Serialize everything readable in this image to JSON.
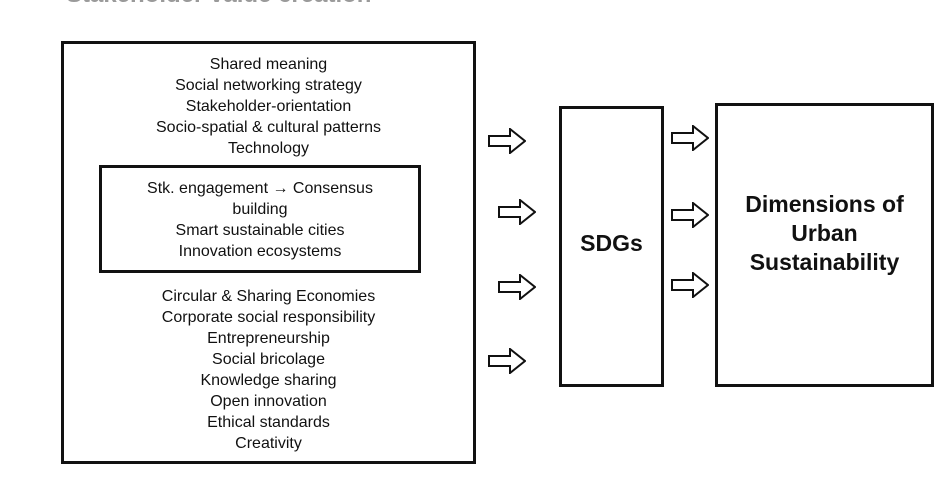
{
  "title": "Stakeholder value creation",
  "left_box": {
    "top_items": [
      "Shared meaning",
      "Social networking strategy",
      "Stakeholder-orientation",
      "Socio-spatial & cultural patterns",
      "Technology"
    ],
    "inner_items": [
      "Stk. engagement → Consensus",
      "building",
      "Smart sustainable cities",
      "Innovation ecosystems"
    ],
    "bottom_items": [
      "Circular & Sharing Economies",
      "Corporate social responsibility",
      "Entrepreneurship",
      "Social bricolage",
      "Knowledge sharing",
      "Open innovation",
      "Ethical standards",
      "Creativity"
    ]
  },
  "sdgs_box": {
    "label": "SDGs"
  },
  "dimensions_box": {
    "lines": [
      "Dimensions of",
      "Urban",
      "Sustainability"
    ]
  }
}
